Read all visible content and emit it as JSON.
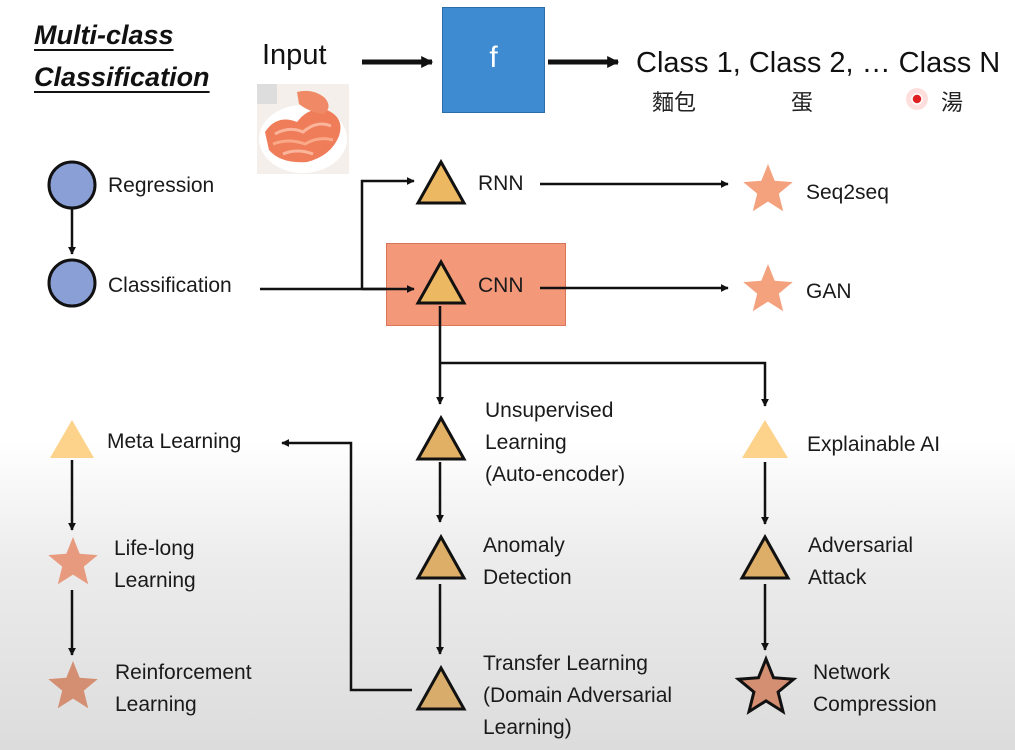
{
  "title": [
    "Multi-class",
    "Classification"
  ],
  "top_row": {
    "input_label": "Input",
    "function_label": "f",
    "classes_label": "Class 1, Class 2, … Class N",
    "class_examples": [
      "麵包",
      "蛋",
      "湯"
    ]
  },
  "nodes": {
    "regression": "Regression",
    "classification": "Classification",
    "rnn": "RNN",
    "cnn": "CNN",
    "seq2seq": "Seq2seq",
    "gan": "GAN",
    "unsupervised": [
      "Unsupervised",
      "Learning",
      "(Auto-encoder)"
    ],
    "anomaly": [
      "Anomaly",
      "Detection"
    ],
    "transfer": [
      "Transfer Learning",
      "(Domain Adversarial",
      "Learning)"
    ],
    "explainable": "Explainable AI",
    "adversarial": [
      "Adversarial",
      "Attack"
    ],
    "compression": [
      "Network",
      "Compression"
    ],
    "meta": "Meta Learning",
    "lifelong": [
      "Life-long",
      "Learning"
    ],
    "reinforcement": [
      "Reinforcement",
      "Learning"
    ]
  },
  "colors": {
    "circle": "#8a9fd6",
    "triangle": "#ecb861",
    "triangle_light": "#fdd28a",
    "star": "#f4a27e",
    "star_dark": "#d48e72",
    "function_box": "#3e8bd2",
    "cnn_highlight": "#f4987a"
  }
}
